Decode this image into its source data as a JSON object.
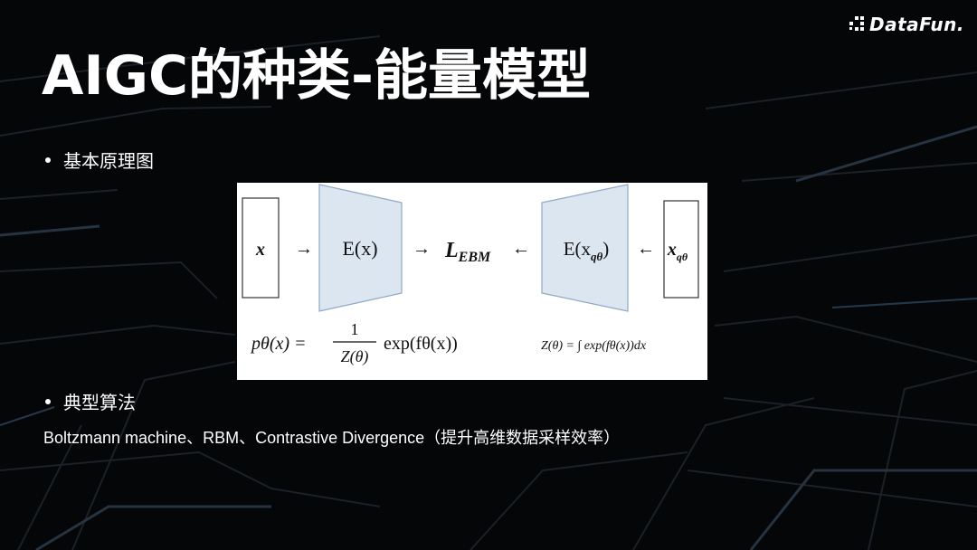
{
  "slide": {
    "title": "AIGC的种类-能量模型",
    "bullet_1": "基本原理图",
    "bullet_2": "典型算法",
    "algorithms_text": "Boltzmann machine、RBM、Contrastive Divergence（提升高维数据采样效率）"
  },
  "logo": {
    "text": "DataFun."
  },
  "diagram": {
    "input_left": "x",
    "encoder_left_label": "E(x)",
    "loss_main": "L",
    "loss_sub": "EBM",
    "encoder_right_label": "E(x",
    "encoder_right_close": ")",
    "input_right": "x",
    "q_theta_sub": "qθ",
    "arrow": "→",
    "arrow_left": "←",
    "formula_left_lhs": "pθ(x) =",
    "formula_left_num": "1",
    "formula_left_den": "Z(θ)",
    "formula_left_rhs": "exp(fθ(x))",
    "formula_right": "Z(θ) = ∫ exp(fθ(x))dx"
  },
  "colors": {
    "background": "#050607",
    "text": "#ffffff",
    "encoder_fill": "#dbe6f1",
    "encoder_stroke": "#8fa9c4"
  }
}
